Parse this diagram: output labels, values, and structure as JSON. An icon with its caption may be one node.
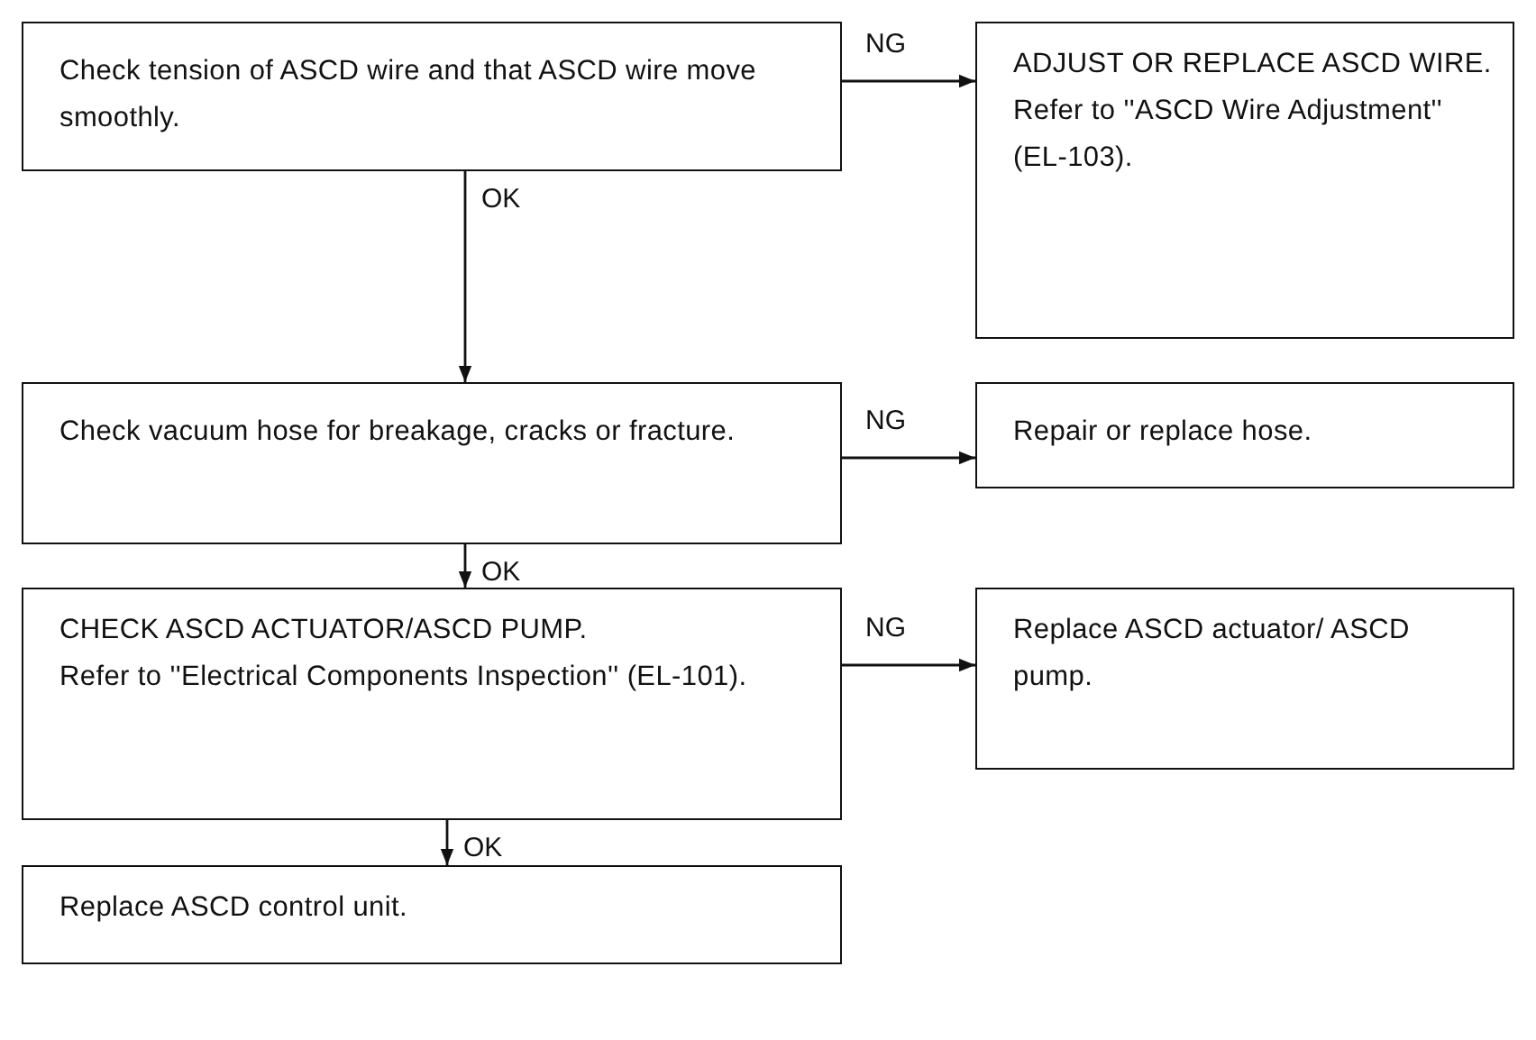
{
  "diagram": {
    "nodes": [
      {
        "text": [
          "Check tension of ASCD wire and that ASCD wire move smoothly."
        ]
      },
      {
        "text": [
          "ADJUST OR REPLACE ASCD WIRE.",
          "Refer to ''ASCD Wire Adjustment'' (EL-103)."
        ]
      },
      {
        "text": [
          "Check vacuum hose for breakage, cracks or fracture."
        ]
      },
      {
        "text": [
          "Repair or replace hose."
        ]
      },
      {
        "text": [
          "CHECK ASCD ACTUATOR/ASCD PUMP.",
          "Refer to ''Electrical Components Inspection'' (EL-101)."
        ]
      },
      {
        "text": [
          "Replace ASCD actuator/ ASCD pump."
        ]
      },
      {
        "text": [
          "Replace ASCD control unit."
        ]
      }
    ],
    "edges": [
      {
        "from": 0,
        "to": 1,
        "arrow": "to",
        "label": "NG"
      },
      {
        "from": 0,
        "to": 2,
        "arrow": "to",
        "label": "OK"
      },
      {
        "from": 2,
        "to": 3,
        "arrow": "to",
        "label": "NG"
      },
      {
        "from": 2,
        "to": 4,
        "arrow": "to",
        "label": "OK"
      },
      {
        "from": 4,
        "to": 5,
        "arrow": "to",
        "label": "NG"
      },
      {
        "from": 4,
        "to": 6,
        "arrow": "to",
        "label": "OK"
      }
    ]
  }
}
